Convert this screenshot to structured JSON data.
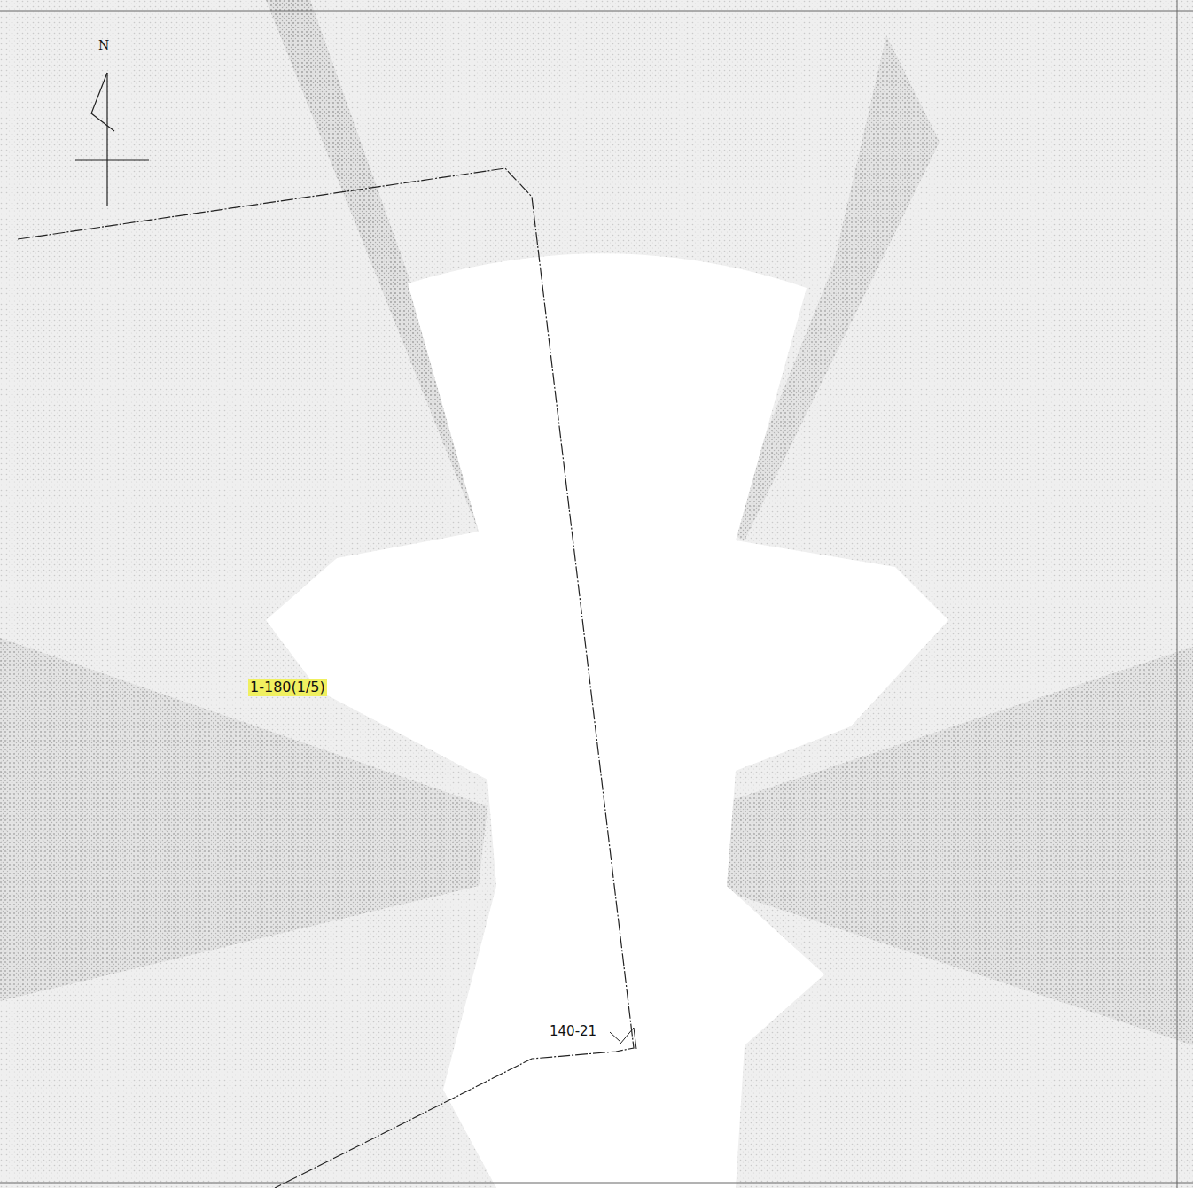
{
  "diagram": {
    "nodes": [
      {
        "text": [
          "1-180(1/5)"
        ]
      }
    ],
    "labels": [
      "N",
      "140-21"
    ]
  }
}
